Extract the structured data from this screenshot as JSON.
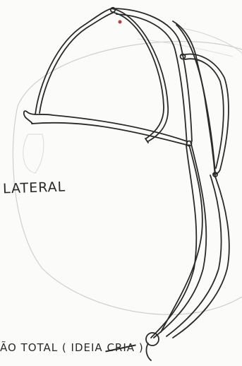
{
  "labels": {
    "lateral": "LATERAL",
    "bottom_prefix": "ÃO TOTAL ( ",
    "bottom_idea": "IDEIA ",
    "bottom_struck": "CRIA",
    "bottom_suffix": " )"
  },
  "colors": {
    "paper": "#fbfbf9",
    "ink": "#2a2a2a",
    "pencil": "#c7c7c7",
    "red_dot": "#c23a3a"
  }
}
